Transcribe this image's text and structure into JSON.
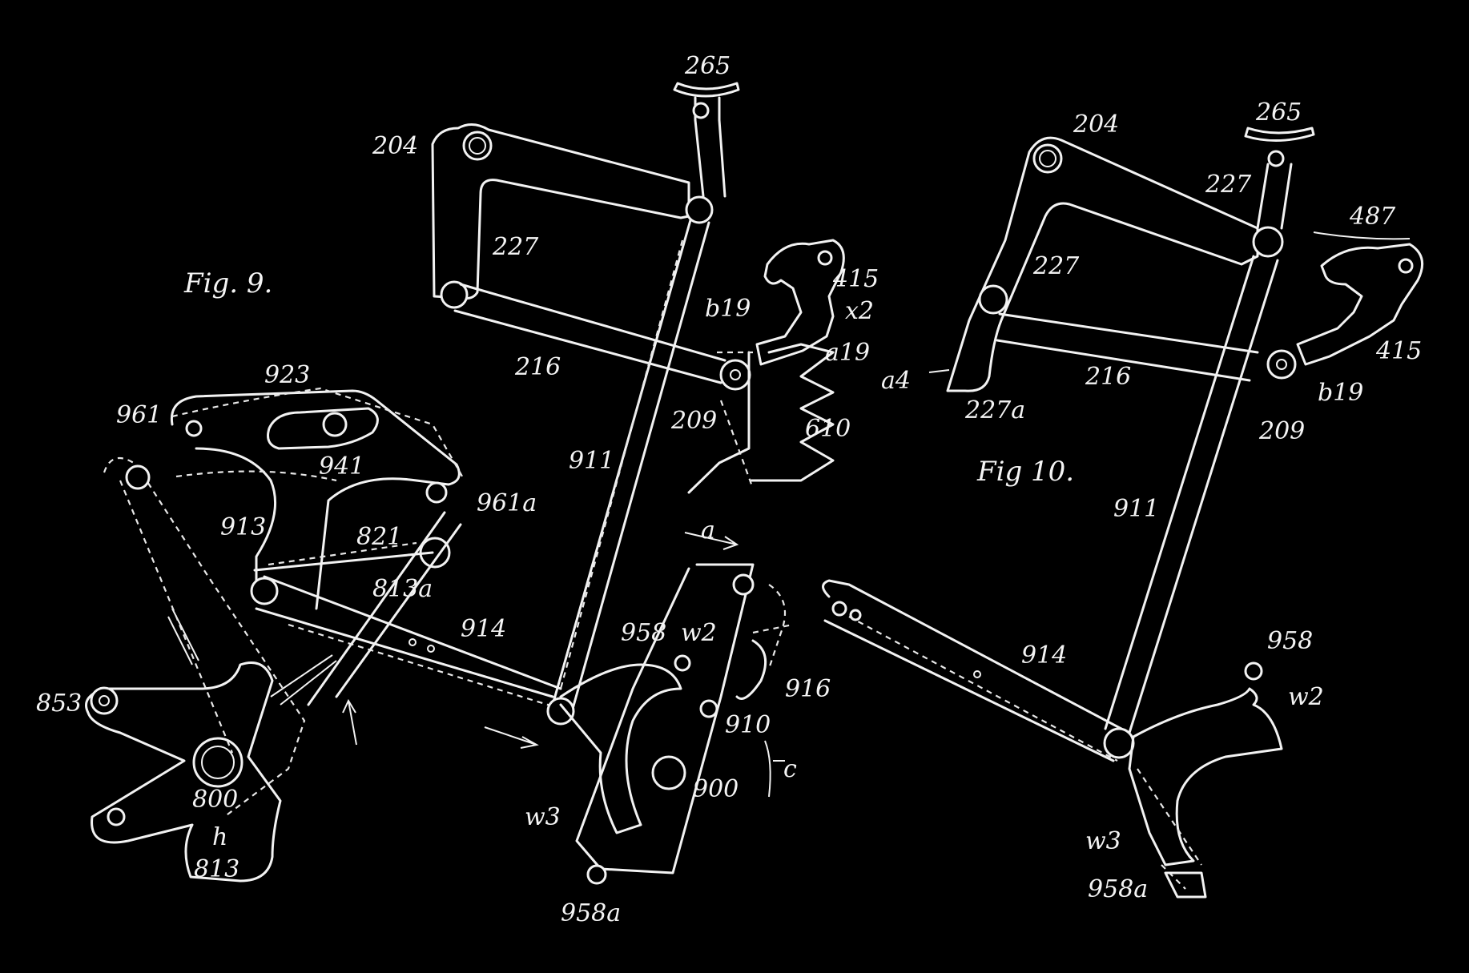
{
  "figures": {
    "fig9": "Fig. 9.",
    "fig10": "Fig 10."
  },
  "labels": {
    "l265a": "265",
    "l204a": "204",
    "l227a": "227",
    "l216a": "216",
    "l415a": "415",
    "lb19a": "b19",
    "lx2": "x2",
    "la19": "a19",
    "l209a": "209",
    "l610": "610",
    "l911a": "911",
    "l923": "923",
    "l961": "961",
    "l941": "941",
    "l961a": "961a",
    "l913": "913",
    "l821": "821",
    "l813a": "813a",
    "l914a": "914",
    "l958a": "958",
    "lw2a": "w2",
    "l916": "916",
    "l910": "910",
    "lc": "c",
    "l900": "900",
    "lw3a": "w3",
    "l958aa": "958a",
    "l853": "853",
    "l800": "800",
    "lh": "h",
    "l813": "813",
    "la": "a",
    "l265b": "265",
    "l204b": "204",
    "l227b": "227",
    "l227c": "227",
    "l487": "487",
    "la4": "a4",
    "l227ab": "227a",
    "l216b": "216",
    "l209b": "209",
    "l415b": "415",
    "lb19b": "b19",
    "l911b": "911",
    "l914b": "914",
    "l958b": "958",
    "lw2b": "w2",
    "lw3b": "w3",
    "l958ab": "958a"
  },
  "colors": {
    "background": "#000000",
    "ink": "#f2f2f2"
  }
}
